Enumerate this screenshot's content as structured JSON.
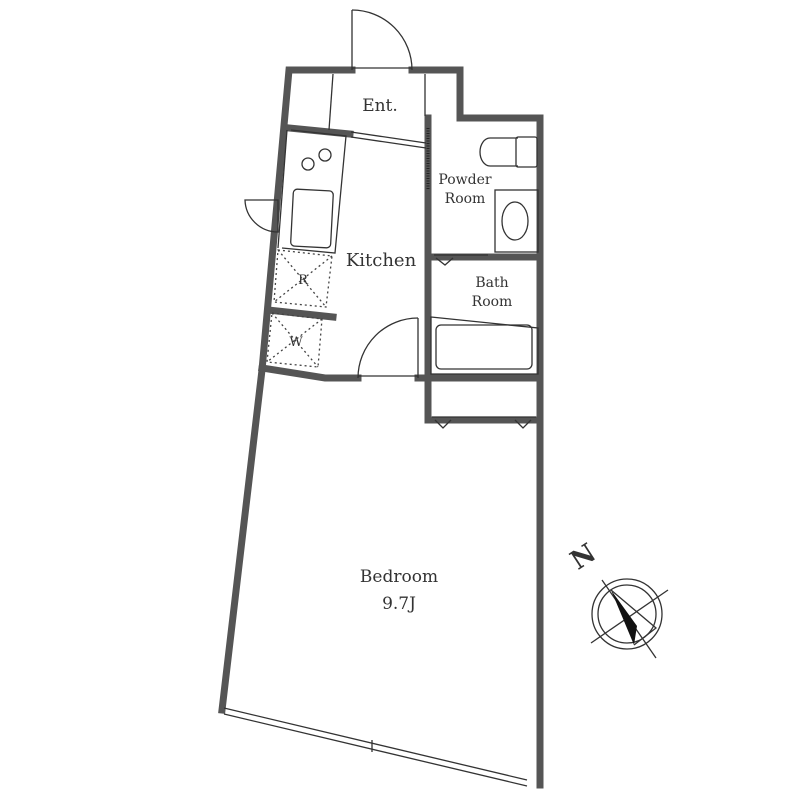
{
  "plan": {
    "rooms": {
      "entrance": "Ent.",
      "kitchen": "Kitchen",
      "powder_line1": "Powder",
      "powder_line2": "Room",
      "bath_line1": "Bath",
      "bath_line2": "Room",
      "bedroom": "Bedroom",
      "bedroom_size": "9.7J"
    },
    "appliances": {
      "refrigerator": "R",
      "washer": "W"
    },
    "compass": {
      "north_label": "N"
    }
  }
}
